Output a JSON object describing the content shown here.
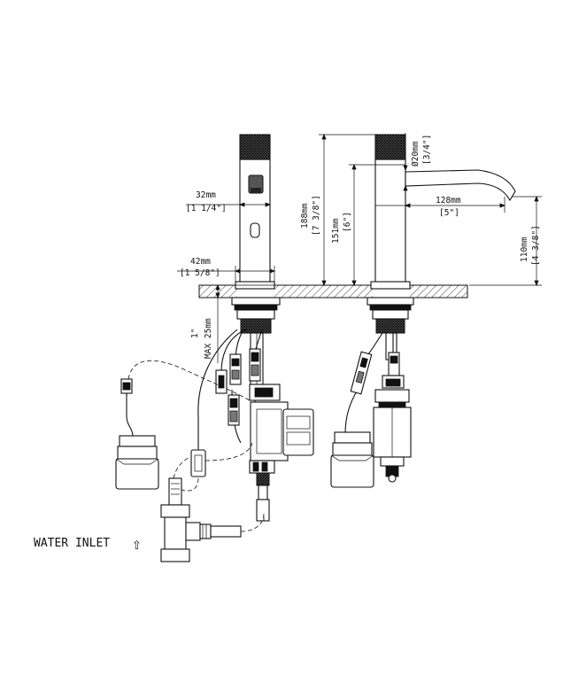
{
  "dimensions": {
    "d32_mm": "32mm",
    "d32_in": "[1 1/4\"]",
    "d42_mm": "42mm",
    "d42_in": "[1 5/8\"]",
    "d188_mm": "188mm",
    "d188_in": "[7 3/8\"]",
    "d151_mm": "151mm",
    "d151_in": "[6\"]",
    "d20_mm": "Ø20mm",
    "d20_in": "[3/4\"]",
    "d128_mm": "128mm",
    "d128_in": "[5\"]",
    "d110_mm": "110mm",
    "d110_in": "[4 3/8\"]",
    "max_in": "1\"",
    "max_mm": "MAX 25mm"
  },
  "labels": {
    "water_inlet": "WATER INLET",
    "water_inlet_arrow": "⇧"
  }
}
